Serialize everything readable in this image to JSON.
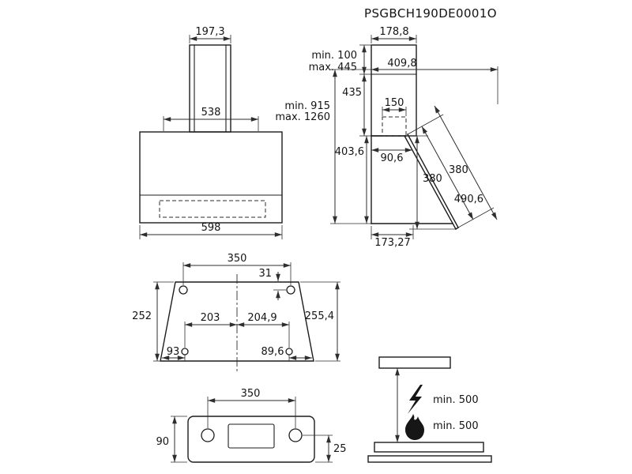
{
  "drawing": {
    "code": "PSGBCH190DE0001O",
    "front_view": {
      "chimney_width": "197,3",
      "mount_width": "538",
      "body_width": "598"
    },
    "side_view": {
      "duct_depth": "178,8",
      "chimney_ext_min": "min. 100",
      "chimney_ext_max": "max. 445",
      "total_depth": "409,8",
      "chimney_height": "435",
      "total_height_min": "min. 915",
      "total_height_max": "max. 1260",
      "outlet_width": "150",
      "body_height": "403,6",
      "top_depth": "90,6",
      "glass_drop": "380",
      "glass_length": "380",
      "glass_total_length": "490,6",
      "bottom_depth": "173,27"
    },
    "bracket_view": {
      "hole_spacing": "350",
      "hole_top_offset": "31",
      "left_height": "252",
      "center_to_left": "203",
      "center_to_right": "204,9",
      "right_height": "255,4",
      "left_edge_to_hole": "93",
      "right_edge_to_hole": "89,6"
    },
    "panel_view": {
      "hole_spacing": "350",
      "height": "90",
      "bottom_offset": "25"
    },
    "clearance_view": {
      "electric_min": "min. 500",
      "gas_min": "min. 500"
    }
  }
}
